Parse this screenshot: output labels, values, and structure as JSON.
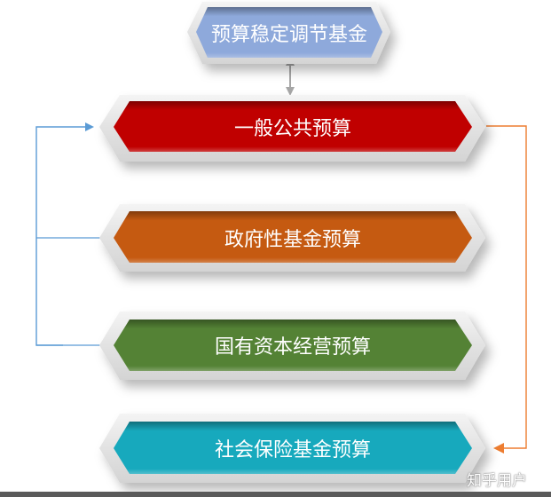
{
  "diagram": {
    "top_box": {
      "label": "预算稳定调节基金",
      "color": "#8ea9db"
    },
    "boxes": [
      {
        "label": "一般公共预算",
        "color": "#c00000"
      },
      {
        "label": "政府性基金预算",
        "color": "#c55a11"
      },
      {
        "label": "国有资本经营预算",
        "color": "#548235"
      },
      {
        "label": "社会保险基金预算",
        "color": "#17a9bd"
      }
    ],
    "connectors": {
      "left_bracket_color": "#5b9bd5",
      "right_bracket_color": "#ed7d31",
      "double_arrow_color": "#a6a6a6"
    }
  },
  "watermark": "知乎用户"
}
